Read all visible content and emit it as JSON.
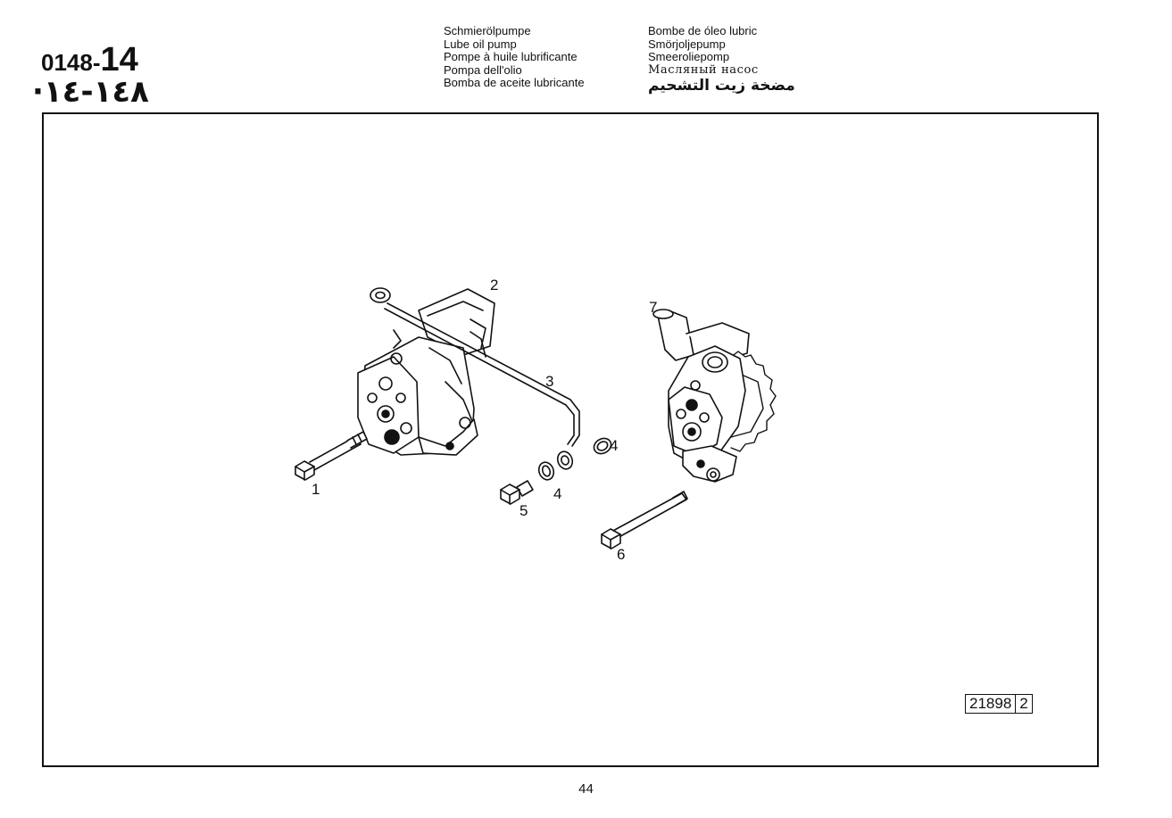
{
  "section": {
    "code_prefix": "0148-",
    "code_suffix": "14",
    "code_arabic": "·١٤٨-١٤"
  },
  "titles": {
    "col1": [
      "Schmierölpumpe",
      "Lube oil pump",
      "Pompe à huile lubrificante",
      "Pompa dell'olio",
      "Bomba de aceite lubricante"
    ],
    "col2": [
      "Bombe de óleo lubric",
      "Smörjoljepump",
      "Smeeroliepomp"
    ],
    "russian": "Масляный насос",
    "arabic": "مضخة زيت التشحيم"
  },
  "callouts": [
    {
      "id": "c1",
      "label": "1"
    },
    {
      "id": "c2",
      "label": "2"
    },
    {
      "id": "c3",
      "label": "3"
    },
    {
      "id": "c4a",
      "label": "4"
    },
    {
      "id": "c4b",
      "label": "4"
    },
    {
      "id": "c5",
      "label": "5"
    },
    {
      "id": "c6",
      "label": "6"
    },
    {
      "id": "c7",
      "label": "7"
    }
  ],
  "reference": {
    "number": "21898",
    "revision": "2"
  },
  "page_number": "44",
  "colors": {
    "ink": "#111111",
    "paper": "#ffffff"
  }
}
